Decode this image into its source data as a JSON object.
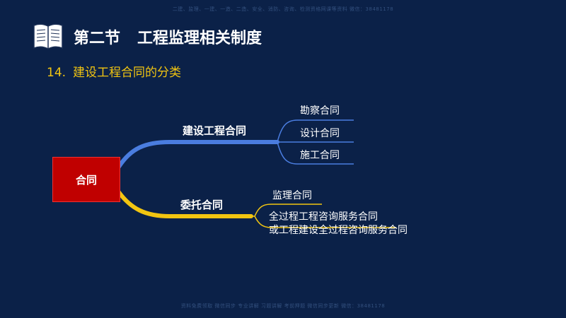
{
  "watermark": {
    "top": "二建、监理、一建、一造、二造、安全、消防、咨询、检测资格网课等资料 微信：38481178",
    "bottom": "资料免费领取 微信同步 专业讲解 习题讲解 考前押题 微信同步更新 微信：38481178"
  },
  "header": {
    "section_number": "第二节",
    "section_title": "工程监理相关制度",
    "icon": "book-icon"
  },
  "subtitle": {
    "number": "14.",
    "text": "建设工程合同的分类"
  },
  "mindmap": {
    "root": "合同",
    "branches": [
      {
        "label": "建设工程合同",
        "color": "#4a7de0",
        "children": [
          "勘察合同",
          "设计合同",
          "施工合同"
        ]
      },
      {
        "label": "委托合同",
        "color": "#f2c511",
        "children": [
          "监理合同",
          "全过程工程咨询服务合同",
          "或工程建设全过程咨询服务合同"
        ]
      }
    ]
  },
  "colors": {
    "background": "#0b2148",
    "subtitle": "#f2c511",
    "root": "#c00000"
  }
}
